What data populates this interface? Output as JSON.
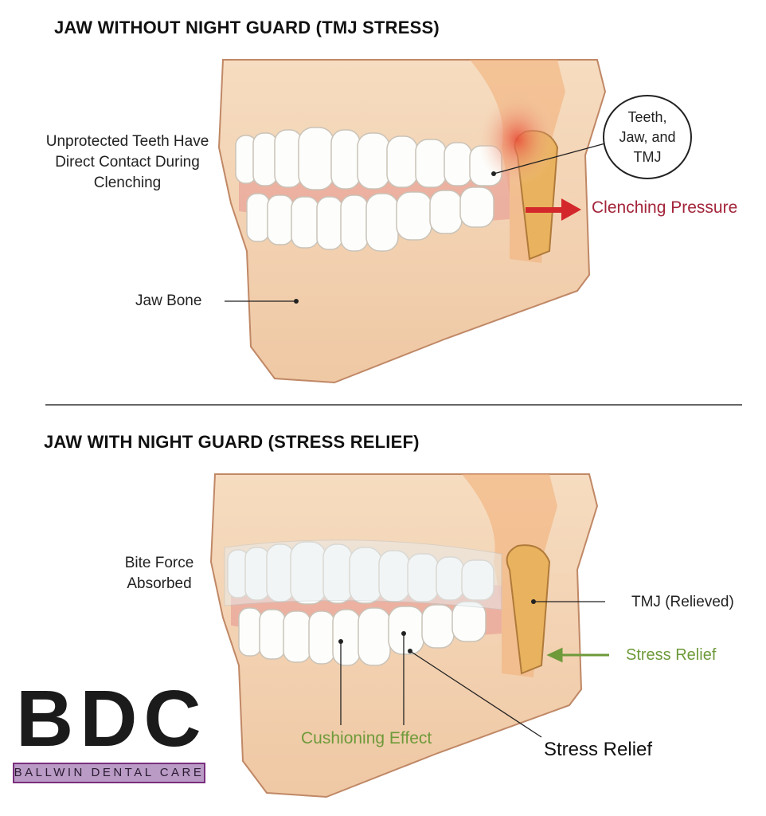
{
  "top": {
    "title": "JAW WITHOUT NIGHT GUARD (TMJ STRESS)",
    "labels": {
      "unprotected": "Unprotected Teeth Have Direct Contact During Clenching",
      "tmj_bubble": "Teeth, Jaw, and TMJ",
      "pressure": "Clenching Pressure",
      "jaw_bone": "Jaw Bone"
    }
  },
  "bottom": {
    "title": "JAW WITH NIGHT GUARD (STRESS RELIEF)",
    "labels": {
      "bite_force": "Bite Force Absorbed",
      "tmj": "TMJ (Relieved)",
      "stress_relief_arrow": "Stress Relief",
      "cushioning": "Cushioning Effect",
      "stress_relief": "Stress Relief"
    }
  },
  "logo": {
    "letters": "BDC",
    "name": "BALLWIN DENTAL CARE"
  },
  "colors": {
    "pressure": "#a3253a",
    "relief": "#6e9a3a",
    "skin": "#f2cfae",
    "outline": "#c08866",
    "bone": "#e9b25e"
  }
}
